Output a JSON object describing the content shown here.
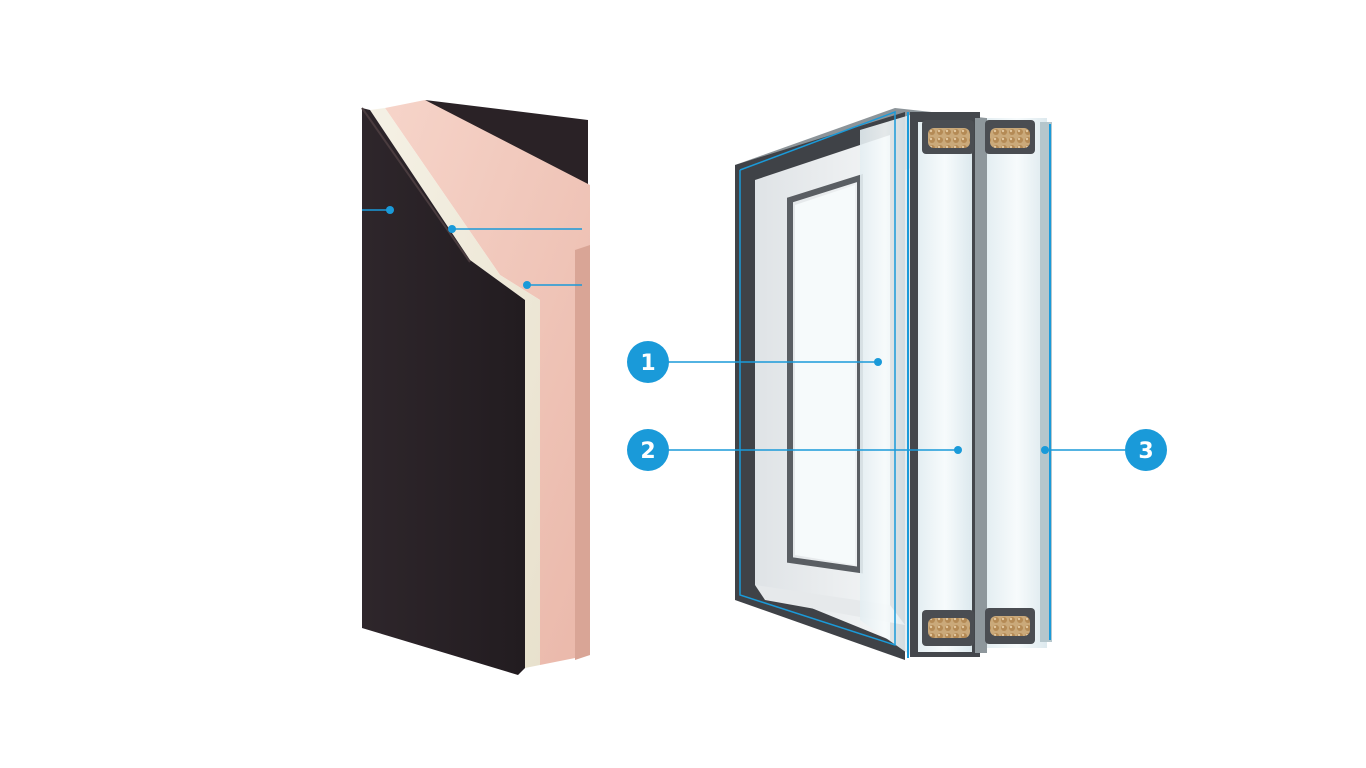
{
  "colors": {
    "accent": "#1a9ad9",
    "background": "#ffffff",
    "door_skin": "#2a2327",
    "door_core_cream": "#efe9d9",
    "door_core_pink": "#f2cbbf",
    "glass_tint": "#cfe6ee",
    "frame_gray": "#4a4d52"
  },
  "door_panel": {
    "name": "door-panel-cutaway",
    "callouts": [
      {
        "id": "door-outer-skin"
      },
      {
        "id": "door-inner-layer"
      },
      {
        "id": "door-foam-core"
      }
    ]
  },
  "glazing_unit": {
    "name": "triple-glazing-unit",
    "callouts": [
      {
        "id": "pane-1",
        "label": "1"
      },
      {
        "id": "pane-2",
        "label": "2"
      },
      {
        "id": "pane-3",
        "label": "3"
      }
    ]
  }
}
